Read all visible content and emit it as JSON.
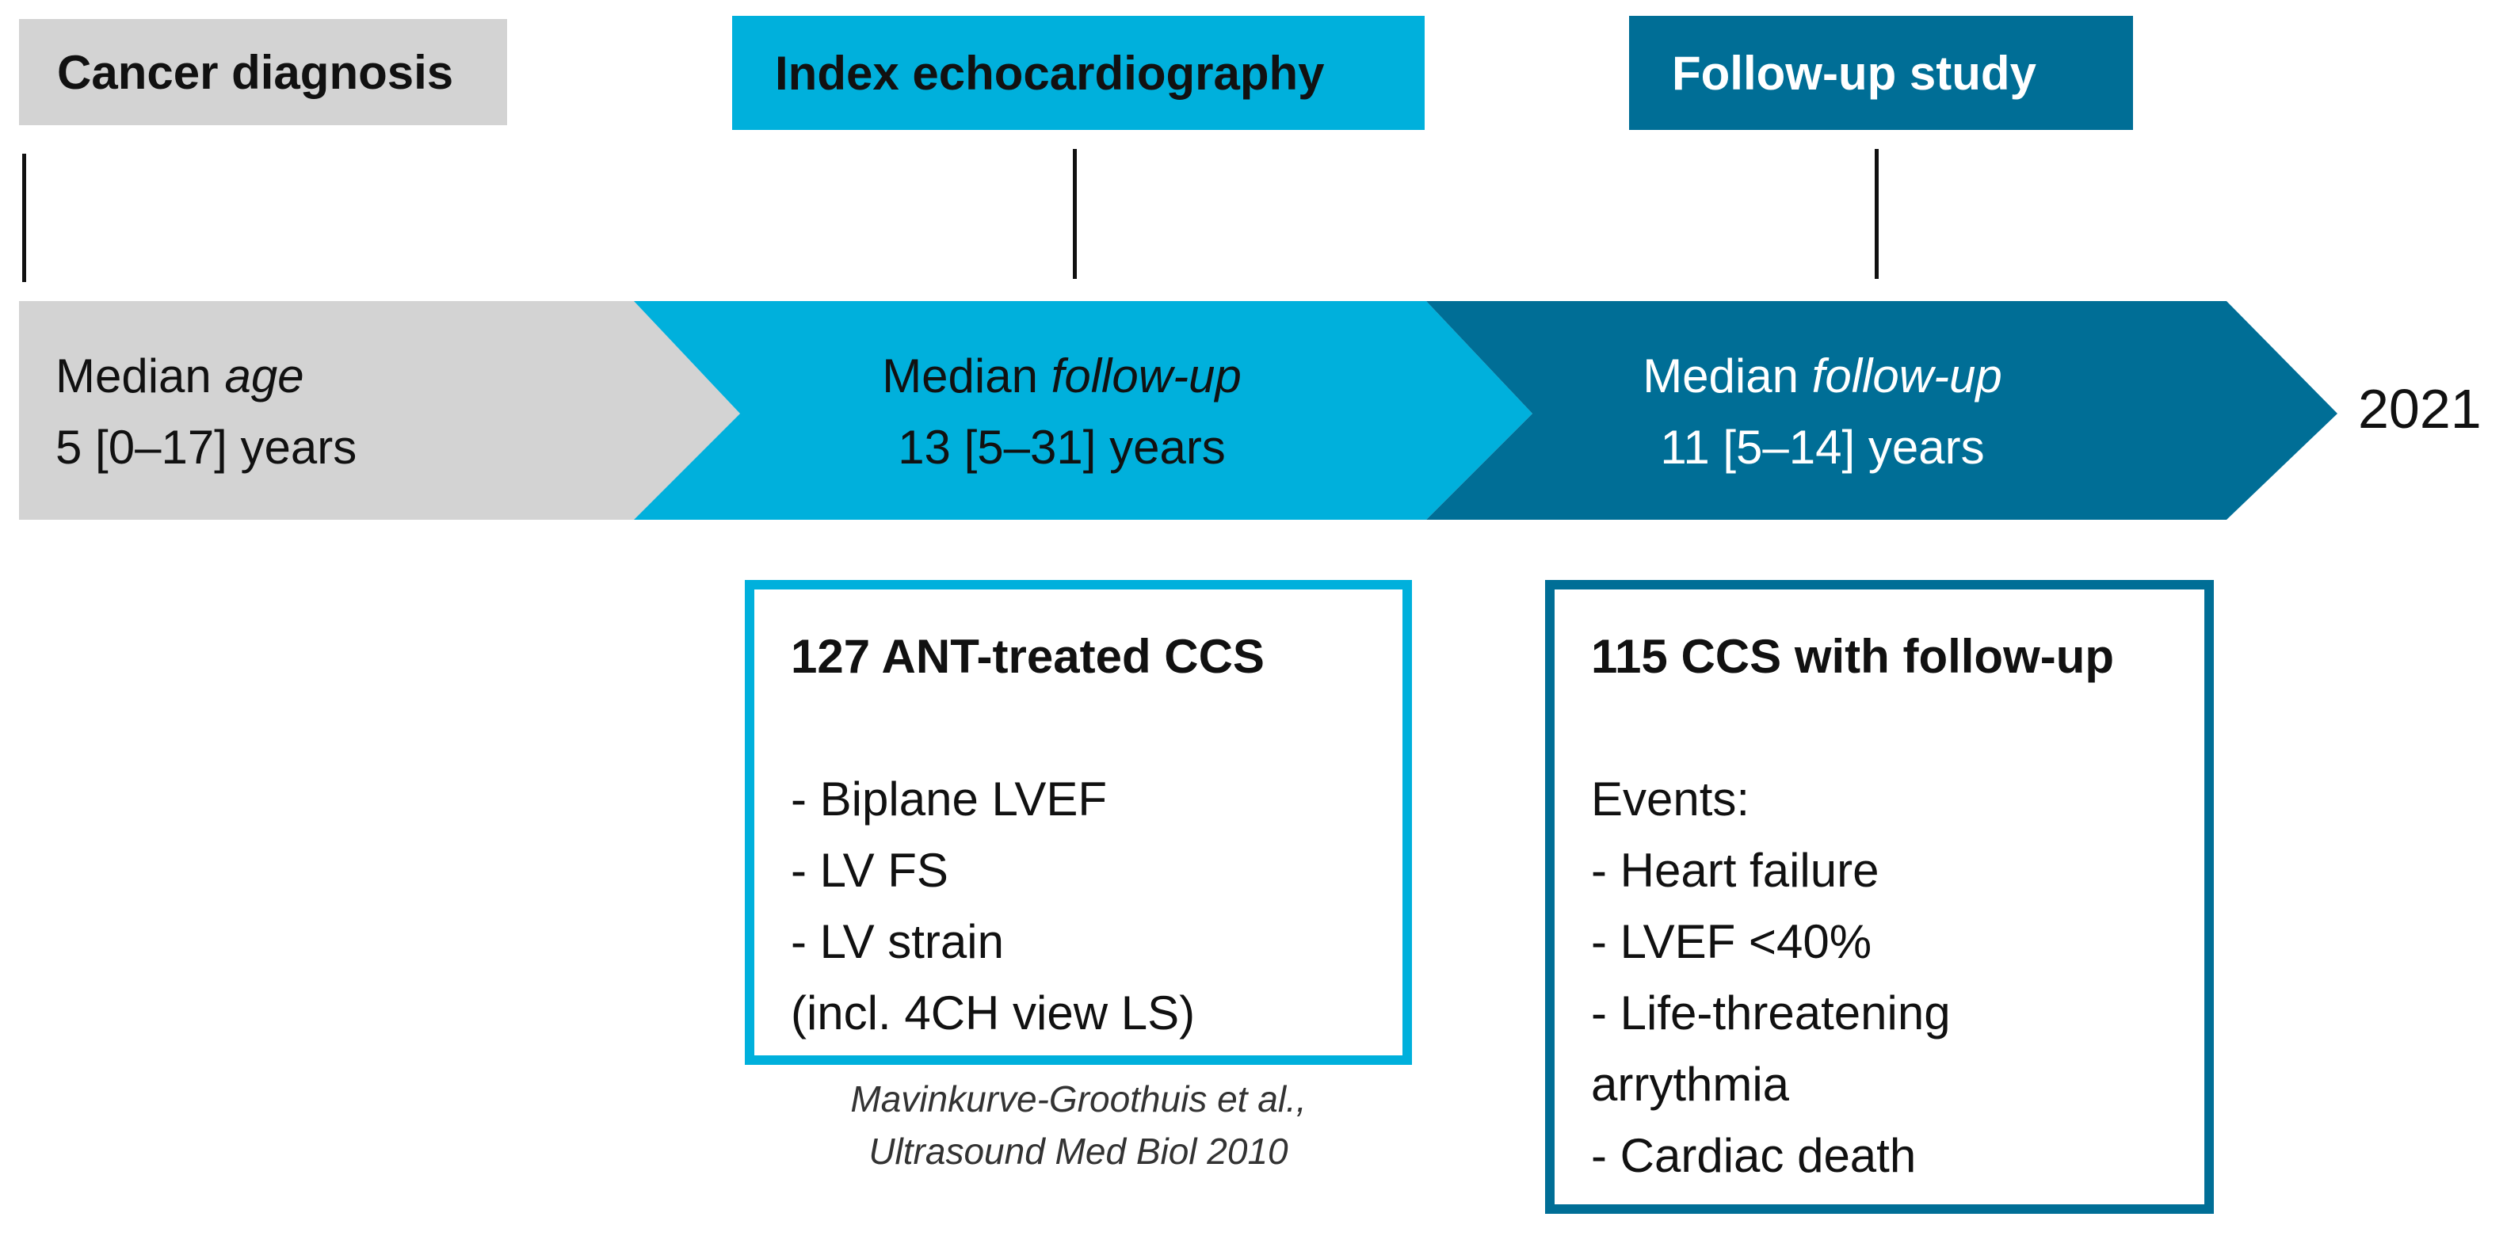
{
  "headers": {
    "diagnosis": "Cancer diagnosis",
    "index": "Index echocardiography",
    "follow_up": "Follow-up study"
  },
  "segments": [
    {
      "prefix": "Median ",
      "emph": "age",
      "range": "5 [0–17] years"
    },
    {
      "prefix": "Median ",
      "emph": "follow-up",
      "range": "13 [5–31] years"
    },
    {
      "prefix": "Median ",
      "emph": "follow-up",
      "range": "11 [5–14] years"
    }
  ],
  "end_label": "2021",
  "index_box": {
    "title": "127 ANT-treated CCS",
    "items": [
      "- Biplane LVEF",
      "- LV FS",
      "- LV strain",
      "(incl. 4CH view LS)"
    ]
  },
  "citation": {
    "line1": "Mavinkurve-Groothuis et al.,",
    "line2": "Ultrasound Med Biol 2010"
  },
  "follow_box": {
    "title": "115 CCS with follow-up",
    "events_label": "Events:",
    "items": [
      "- Heart failure",
      "- LVEF <40%",
      "- Life-threatening",
      "arrythmia",
      "- Cardiac death"
    ]
  },
  "colors": {
    "grey": "#d3d3d3",
    "light_blue": "#00b0dc",
    "dark_blue": "#006e96"
  }
}
